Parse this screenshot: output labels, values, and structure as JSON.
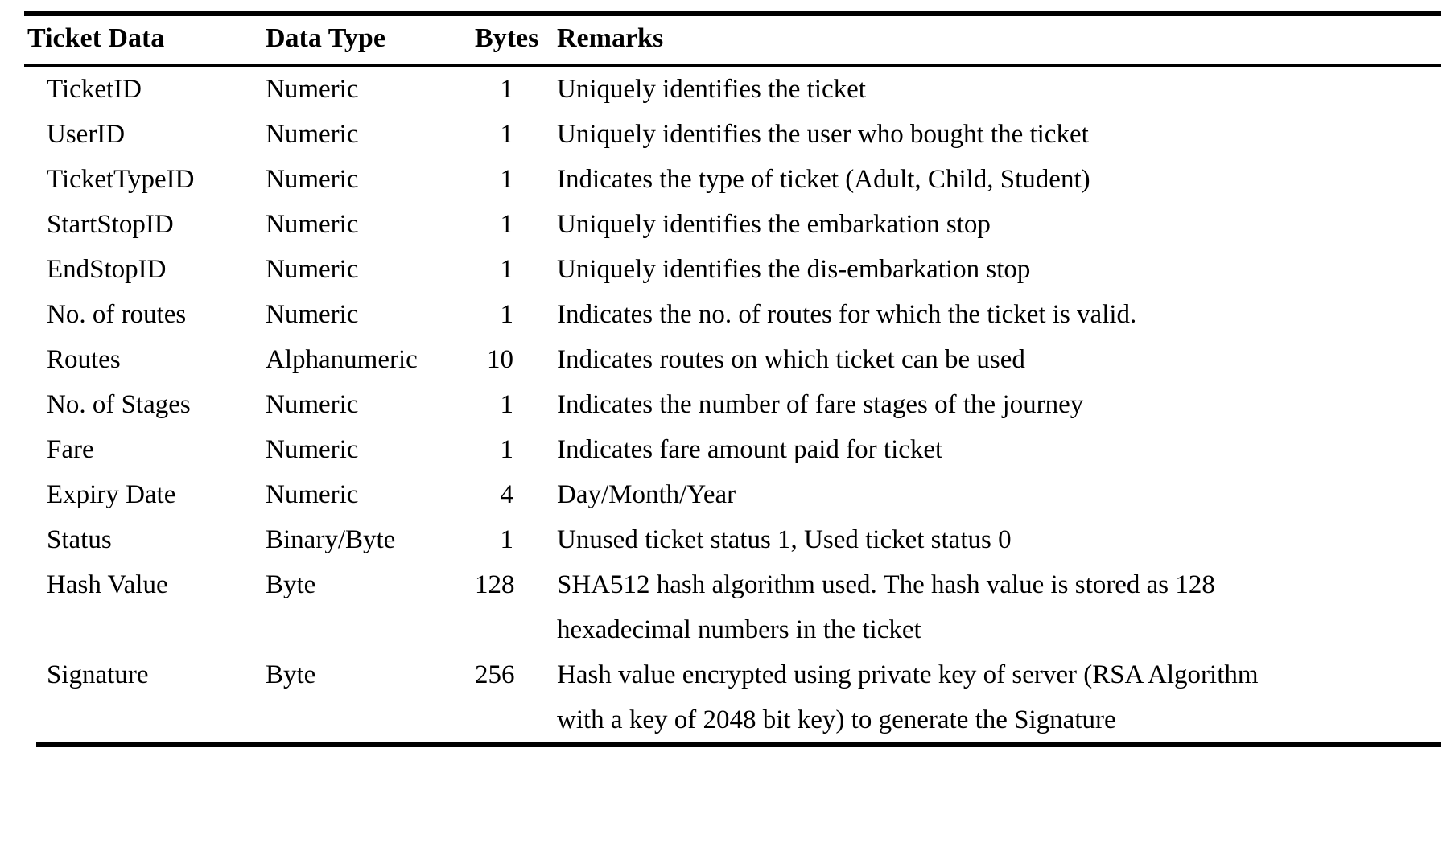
{
  "document": {
    "type": "table",
    "title": "Ticket Data Structure Table",
    "style": "booktabs-three-rule"
  },
  "table": {
    "columns": [
      {
        "key": "ticket_data",
        "label": "Ticket Data",
        "align": "left"
      },
      {
        "key": "data_type",
        "label": "Data Type",
        "align": "left"
      },
      {
        "key": "bytes",
        "label": "Bytes",
        "align": "right"
      },
      {
        "key": "remarks",
        "label": "Remarks",
        "align": "left"
      }
    ],
    "rows": [
      {
        "ticket_data": "TicketID",
        "data_type": "Numeric",
        "bytes": "1",
        "remarks": [
          "Uniquely identifies the ticket"
        ]
      },
      {
        "ticket_data": "UserID",
        "data_type": "Numeric",
        "bytes": "1",
        "remarks": [
          "Uniquely identifies the user who bought the ticket"
        ]
      },
      {
        "ticket_data": "TicketTypeID",
        "data_type": "Numeric",
        "bytes": "1",
        "remarks": [
          "Indicates the type of ticket (Adult, Child, Student)"
        ]
      },
      {
        "ticket_data": "StartStopID",
        "data_type": "Numeric",
        "bytes": "1",
        "remarks": [
          "Uniquely identifies the embarkation stop"
        ]
      },
      {
        "ticket_data": "EndStopID",
        "data_type": "Numeric",
        "bytes": "1",
        "remarks": [
          "Uniquely identifies the dis-embarkation stop"
        ]
      },
      {
        "ticket_data": "No. of routes",
        "data_type": "Numeric",
        "bytes": "1",
        "remarks": [
          "Indicates the no. of routes for which the ticket is valid."
        ]
      },
      {
        "ticket_data": "Routes",
        "data_type": "Alphanumeric",
        "bytes": "10",
        "remarks": [
          "Indicates routes on which ticket can be used"
        ]
      },
      {
        "ticket_data": "No. of Stages",
        "data_type": "Numeric",
        "bytes": "1",
        "remarks": [
          "Indicates the number of fare stages of the journey"
        ]
      },
      {
        "ticket_data": "Fare",
        "data_type": "Numeric",
        "bytes": "1",
        "remarks": [
          "Indicates fare amount paid for ticket"
        ]
      },
      {
        "ticket_data": "Expiry Date",
        "data_type": "Numeric",
        "bytes": "4",
        "remarks": [
          "Day/Month/Year"
        ]
      },
      {
        "ticket_data": "Status",
        "data_type": "Binary/Byte",
        "bytes": "1",
        "remarks": [
          "Unused ticket status 1, Used ticket status 0"
        ]
      },
      {
        "ticket_data": "Hash Value",
        "data_type": "Byte",
        "bytes": "128",
        "remarks": [
          "SHA512 hash algorithm used. The hash value is stored as 128",
          "hexadecimal numbers in the ticket"
        ]
      },
      {
        "ticket_data": "Signature",
        "data_type": "Byte",
        "bytes": "256",
        "remarks": [
          "Hash value encrypted using private key of server (RSA Algorithm",
          "with a key of 2048 bit key) to generate the Signature"
        ]
      }
    ]
  },
  "colors": {
    "text": "#000000",
    "rule": "#000000",
    "background": "#ffffff"
  }
}
